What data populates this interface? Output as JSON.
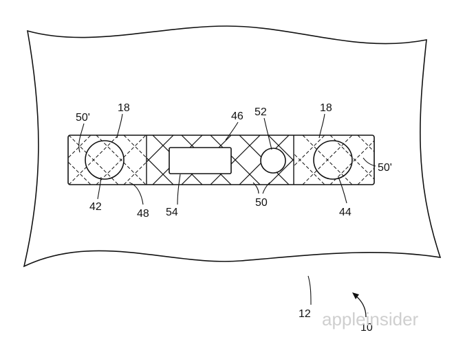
{
  "drawing": {
    "refs": {
      "r50p_left": "50'",
      "r18_left": "18",
      "r46": "46",
      "r52": "52",
      "r18_right": "18",
      "r50p_right": "50'",
      "r42": "42",
      "r48": "48",
      "r54": "54",
      "r50": "50",
      "r44": "44",
      "r12": "12",
      "r10": "10"
    }
  },
  "watermark": {
    "brand": "appleinsider"
  }
}
